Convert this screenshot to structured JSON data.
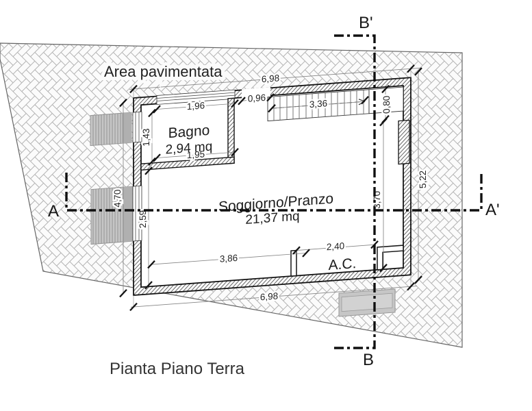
{
  "drawing": {
    "title": "Pianta Piano Terra",
    "paved_area_label": "Area pavimentata",
    "rooms": {
      "bagno": {
        "name": "Bagno",
        "area": "2,94 mq"
      },
      "soggiorno": {
        "name": "Soggiorno/Pranzo",
        "area": "21,37 mq"
      },
      "ac": {
        "name": "A.C."
      }
    },
    "sections": {
      "a": "A",
      "a_prime": "A'",
      "b": "B",
      "b_prime": "B'"
    },
    "dimensions": {
      "top_width": "6,98",
      "bottom_width": "6,98",
      "left_side": "4,70",
      "right_side": "5,22",
      "bagno_width_top": "1,96",
      "bagno_height": "1,43",
      "bagno_width_bottom": "1,95",
      "entry_opening": "0,96",
      "stair_length": "3,36",
      "stair_landing": "0,80",
      "interior_left_height": "2,59",
      "interior_right_height": "3,70",
      "soggiorno_width": "3,86",
      "ac_width": "2,40"
    },
    "colors": {
      "line": "#141414",
      "wall_hatch": "#4a4a4a",
      "paving_brick": "#b3b3b3",
      "shutter_fill": "#c6c6c6"
    }
  }
}
